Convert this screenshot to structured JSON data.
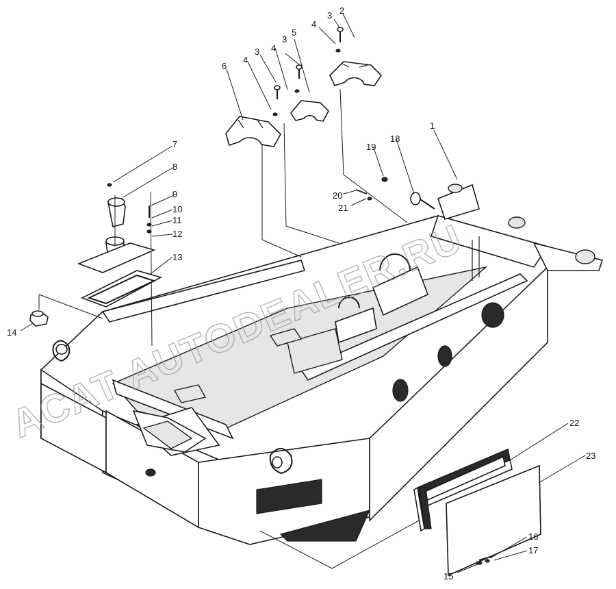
{
  "watermark": "ACAT AUTODEALER.RU",
  "callouts": [
    {
      "id": "c1",
      "label": "1"
    },
    {
      "id": "c2",
      "label": "2"
    },
    {
      "id": "c3a",
      "label": "3"
    },
    {
      "id": "c3b",
      "label": "3"
    },
    {
      "id": "c3c",
      "label": "3"
    },
    {
      "id": "c4a",
      "label": "4"
    },
    {
      "id": "c4b",
      "label": "4"
    },
    {
      "id": "c4c",
      "label": "4"
    },
    {
      "id": "c5",
      "label": "5"
    },
    {
      "id": "c6",
      "label": "6"
    },
    {
      "id": "c7",
      "label": "7"
    },
    {
      "id": "c8",
      "label": "8"
    },
    {
      "id": "c9",
      "label": "9"
    },
    {
      "id": "c10",
      "label": "10"
    },
    {
      "id": "c11",
      "label": "11"
    },
    {
      "id": "c12",
      "label": "12"
    },
    {
      "id": "c13",
      "label": "13"
    },
    {
      "id": "c14",
      "label": "14"
    },
    {
      "id": "c15",
      "label": "15"
    },
    {
      "id": "c16",
      "label": "16"
    },
    {
      "id": "c17",
      "label": "17"
    },
    {
      "id": "c18",
      "label": "18"
    },
    {
      "id": "c19",
      "label": "19"
    },
    {
      "id": "c20",
      "label": "20"
    },
    {
      "id": "c21",
      "label": "21"
    },
    {
      "id": "c22",
      "label": "22"
    },
    {
      "id": "c23",
      "label": "23"
    }
  ]
}
